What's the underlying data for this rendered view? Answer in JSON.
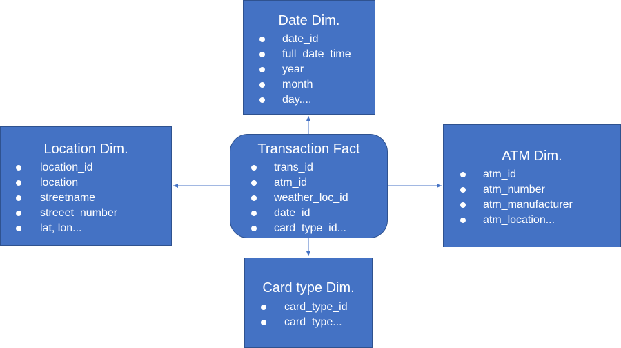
{
  "colors": {
    "box_fill": "#4472C4",
    "box_border": "#2F528F",
    "connector": "#4472C4",
    "text": "#FFFFFF",
    "background": "#FFFFFF"
  },
  "entities": {
    "date_dim": {
      "title": "Date Dim.",
      "fields": [
        "date_id",
        "full_date_time",
        "year",
        "month",
        "day...."
      ]
    },
    "location_dim": {
      "title": "Location Dim.",
      "fields": [
        "location_id",
        "location",
        "streetname",
        "streeet_number",
        "lat, lon..."
      ]
    },
    "transaction_fact": {
      "title": "Transaction Fact",
      "fields": [
        "trans_id",
        "atm_id",
        "weather_loc_id",
        "date_id",
        "card_type_id..."
      ]
    },
    "atm_dim": {
      "title": "ATM Dim.",
      "fields": [
        "atm_id",
        "atm_number",
        "atm_manufacturer",
        "atm_location..."
      ]
    },
    "card_type_dim": {
      "title": "Card type Dim.",
      "fields": [
        "card_type_id",
        "card_type..."
      ]
    }
  },
  "connections": [
    {
      "from": "transaction_fact",
      "to": "date_dim"
    },
    {
      "from": "transaction_fact",
      "to": "location_dim"
    },
    {
      "from": "transaction_fact",
      "to": "atm_dim"
    },
    {
      "from": "transaction_fact",
      "to": "card_type_dim"
    }
  ]
}
